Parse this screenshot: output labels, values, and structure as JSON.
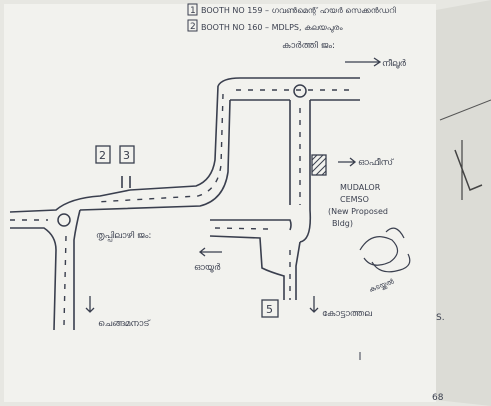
{
  "header": {
    "line1": "BOOTH NO 159 – ഗവൺമെന്റ് ഹയർ സെക്കൻഡറി",
    "line2": "BOOTH NO 160 – MDLPS, കലയപുരം",
    "num1": "1",
    "num2": "2"
  },
  "map": {
    "top_place": "കാർത്തി ജം:",
    "top_arrow_label": "നീലൂർ",
    "right_label": "ഓഫീസ്",
    "center_block_1": "MUDALOR",
    "center_block_2": "CEMSO",
    "new_building": "(New Proposed",
    "new_building_2": "Bldg)",
    "left_junction": "തൃപ്പിലാഴി ജം:",
    "down_left_label": "ഓയൂർ",
    "bottom_left_label": "ചെങ്ങമനാട്",
    "bottom_right_label": "കോട്ടാത്തല",
    "box_2": "2",
    "box_3": "3",
    "box_5": "5",
    "stamp_text": "കടയ്ക്കൽ",
    "corner_num": "68",
    "edge_letter": "S."
  }
}
